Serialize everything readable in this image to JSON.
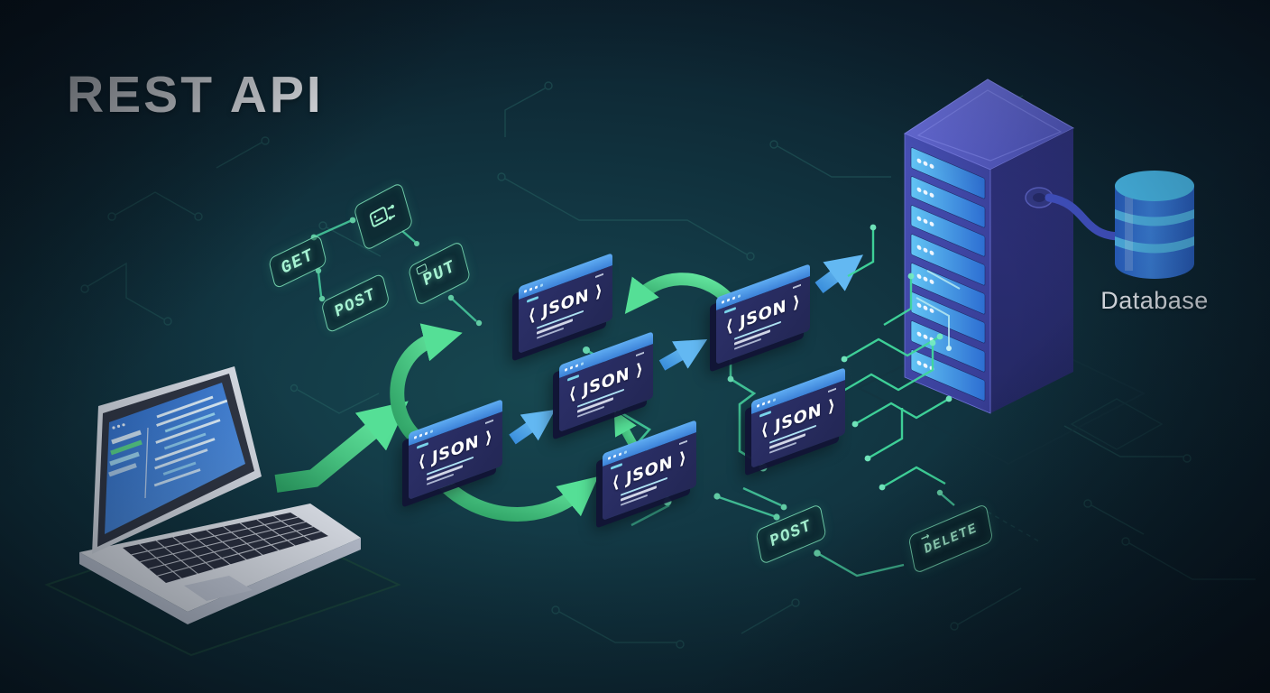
{
  "title": "REST API",
  "database": {
    "label": "Database"
  },
  "windows": [
    {
      "label": "⟨ JSON ⟩"
    },
    {
      "label": "⟨ JSON ⟩"
    },
    {
      "label": "⟨ JSON ⟩"
    },
    {
      "label": "⟨ JSON ⟩"
    },
    {
      "label": "⟨ JSON ⟩"
    },
    {
      "label": "⟨ JSON ⟩"
    }
  ],
  "badges": {
    "get": "GET",
    "post": "POST",
    "put": "PUT",
    "post_lower": "POST",
    "delete": "DELETE"
  },
  "icons": {
    "api_badge": "terminal-exchange",
    "put_badge": "edit",
    "delete_badge": "arrow-right",
    "window_header": "window-control-dots"
  },
  "colors": {
    "background": "#0f2c38",
    "accent_green": "#45d48e",
    "accent_blue": "#4da2ee",
    "badge_teal": "#a7f3d3",
    "window_header_blue": "#4a96e8",
    "window_body": "#262a5e",
    "server_body": "#3e44a6",
    "database_blue": "#2e6fd6",
    "title_text": "#f4f6fa"
  }
}
